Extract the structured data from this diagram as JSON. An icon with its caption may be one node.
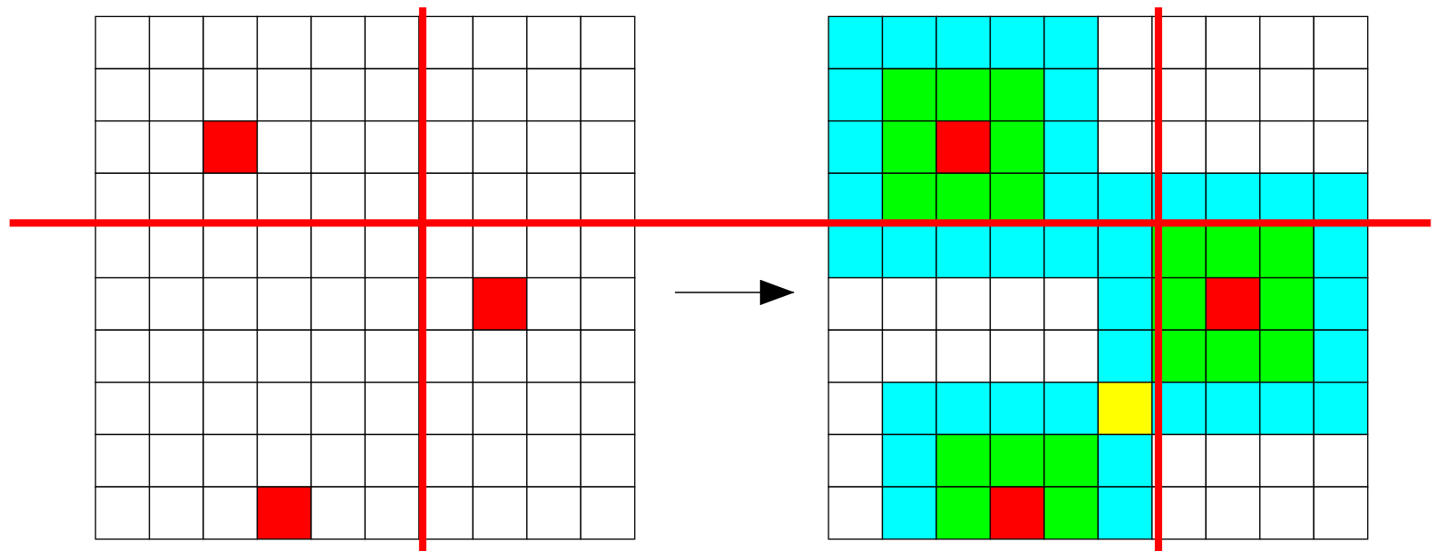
{
  "diagram": {
    "nodes": [
      {
        "text": [],
        "shape": "grid"
      },
      {
        "text": [],
        "shape": "grid"
      }
    ],
    "edges": [
      {
        "from": 0,
        "to": 1,
        "arrow": "to"
      }
    ]
  }
}
